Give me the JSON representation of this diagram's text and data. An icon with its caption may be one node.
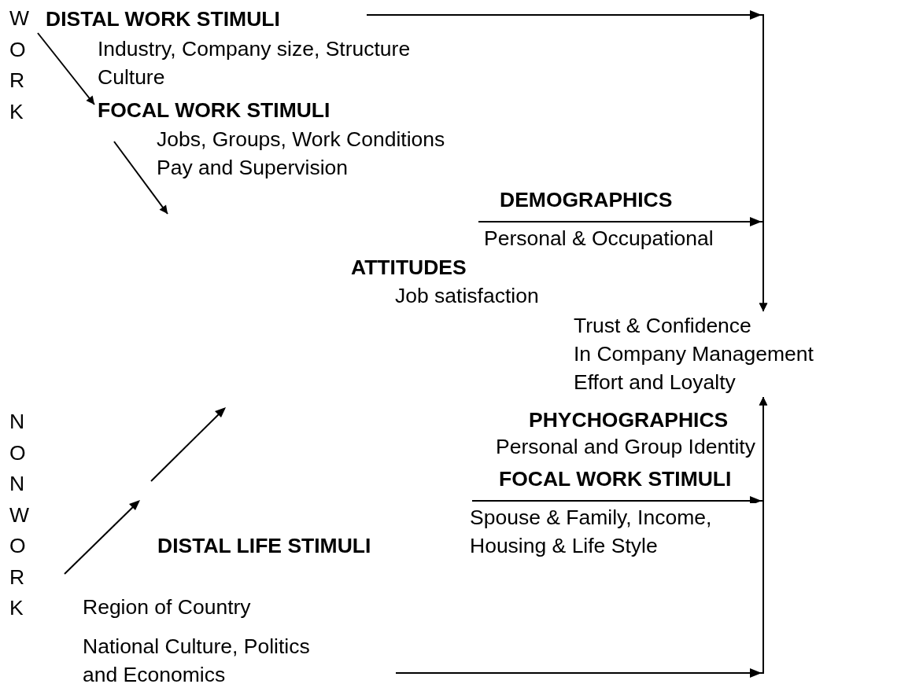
{
  "diagram": {
    "nodes": [
      {
        "text": [
          "DISTAL WORK STIMULI",
          "Industry, Company size, Structure Culture"
        ]
      },
      {
        "text": [
          "FOCAL WORK STIMULI",
          "Jobs, Groups, Work Conditions Pay and Supervision"
        ]
      },
      {
        "text": [
          "DEMOGRAPHICS",
          "Personal & Occupational"
        ]
      },
      {
        "text": [
          "ATTITUDES",
          "Job satisfaction"
        ]
      },
      {
        "text": [
          "Trust & Confidence",
          "In Company Management",
          "Effort and Loyalty"
        ]
      },
      {
        "text": [
          "PHYCHOGRAPHICS",
          "Personal and Group Identity"
        ]
      },
      {
        "text": [
          "FOCAL WORK STIMULI",
          "Spouse & Family, Income, Housing & Life Style"
        ]
      },
      {
        "text": [
          "DISTAL LIFE STIMULI",
          "Region of Country",
          "National Culture, Politics and Economics"
        ]
      }
    ],
    "edges": [
      {
        "from": 0,
        "to": 4,
        "arrow": "to"
      },
      {
        "from": 0,
        "to": 1,
        "arrow": "to"
      },
      {
        "from": 1,
        "to": null,
        "arrow": "to"
      },
      {
        "from": 2,
        "to": 4,
        "arrow": "to"
      },
      {
        "from": 6,
        "to": 4,
        "arrow": "to"
      },
      {
        "from": 7,
        "to": 4,
        "arrow": "to"
      }
    ],
    "labels": [
      "WORK",
      "NONWORK"
    ]
  }
}
